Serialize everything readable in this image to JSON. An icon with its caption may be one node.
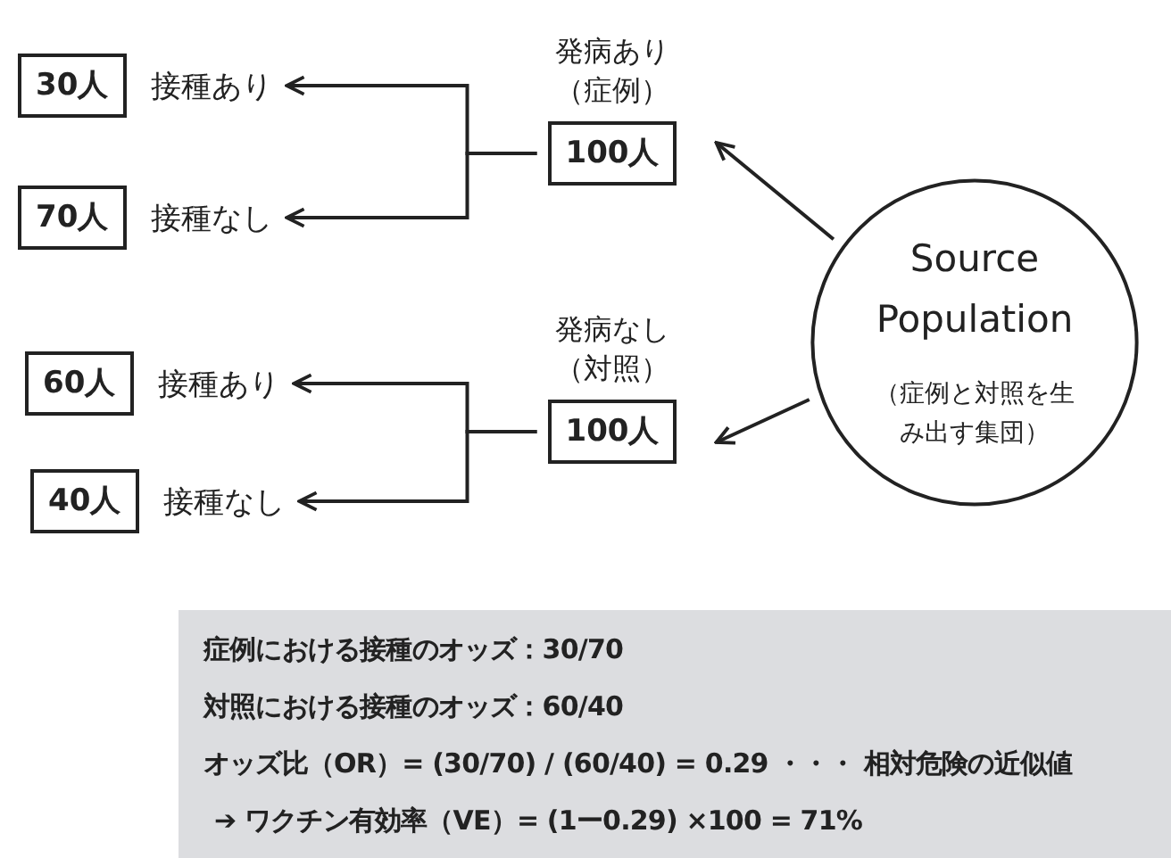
{
  "diagram": {
    "nodes": [
      {
        "text": [
          "30人"
        ],
        "beside": [
          "接種あり"
        ]
      },
      {
        "text": [
          "70人"
        ],
        "beside": [
          "接種なし"
        ]
      },
      {
        "text": [
          "60人"
        ],
        "beside": [
          "接種あり"
        ]
      },
      {
        "text": [
          "40人"
        ],
        "beside": [
          "接種なし"
        ]
      },
      {
        "text": [
          "発病あり（症例）",
          "100人"
        ]
      },
      {
        "text": [
          "発病なし（対照）",
          "100人"
        ]
      },
      {
        "text": [
          "Source Population",
          "（症例と対照を生み出す集団）"
        ]
      },
      {
        "text": [
          "症例における接種のオッズ：30/70",
          "対照における接種のオッズ：60/40",
          "オッズ比（OR）= (30/70) / (60/40) = 0.29 ・・・ 相対危険の近似値",
          "➔ ワクチン有効率（VE）= (1ー0.29) ×100 = 71%"
        ]
      }
    ],
    "edges": [
      {
        "from": 6,
        "to": 4,
        "arrow": "to"
      },
      {
        "from": 6,
        "to": 5,
        "arrow": "to"
      },
      {
        "from": 4,
        "to": 0,
        "arrow": "to"
      },
      {
        "from": 4,
        "to": 1,
        "arrow": "to"
      },
      {
        "from": 5,
        "to": 2,
        "arrow": "to"
      },
      {
        "from": 5,
        "to": 3,
        "arrow": "to"
      }
    ]
  }
}
